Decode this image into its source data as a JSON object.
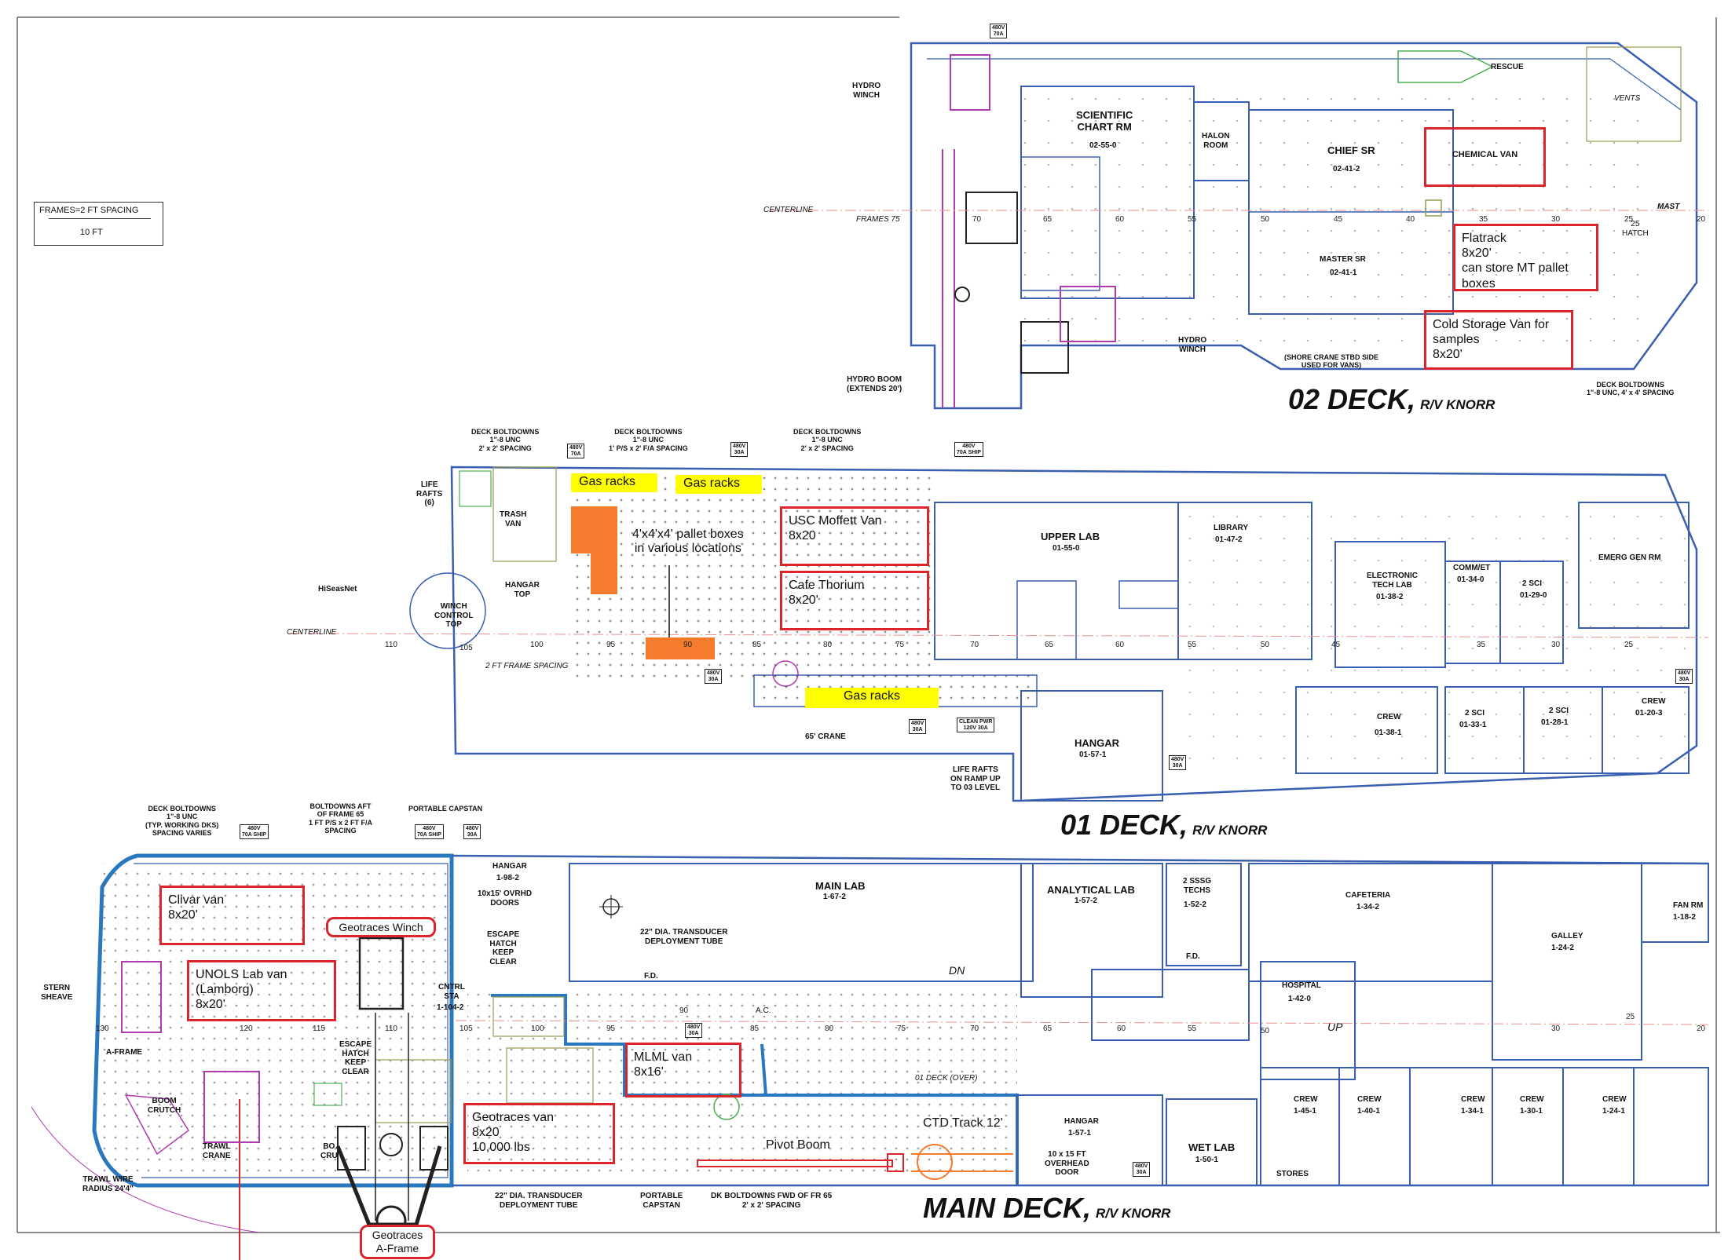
{
  "scale": {
    "line1": "FRAMES=2 FT SPACING",
    "line2": "10 FT"
  },
  "deck02": {
    "title": "02 DECK,",
    "subtitle": "R/V KNORR",
    "labels": {
      "hydro_winch_top": "HYDRO\nWINCH",
      "scientific_chart": "SCIENTIFIC\nCHART RM",
      "scientific_chart_no": "02-55-0",
      "halon": "HALON\nROOM",
      "chief_sr": "CHIEF SR",
      "chief_sr_no": "02-41-2",
      "master_sr": "MASTER SR",
      "master_sr_no": "02-41-1",
      "rescue": "RESCUE",
      "vents": "VENTS",
      "mast": "MAST",
      "hatch": "25\nHATCH",
      "centerline": "CENTERLINE",
      "frames": "FRAMES  75",
      "hydro_winch_bottom": "HYDRO\nWINCH",
      "hydro_boom": "HYDRO BOOM\n(EXTENDS 20')",
      "shore_crane": "(SHORE CRANE STBD SIDE\nUSED FOR VANS)",
      "deck_boltdowns": "DECK BOLTDOWNS\n1\"-8 UNC, 4' x 4' SPACING",
      "power_tag": "480V\n70A"
    },
    "frame_numbers": [
      "70",
      "65",
      "60",
      "55",
      "50",
      "45",
      "40",
      "35",
      "30",
      "25",
      "20"
    ],
    "boxes": {
      "chemical_van": "CHEMICAL VAN",
      "flatrack": "Flatrack\n8x20'\ncan store MT pallet\nboxes",
      "cold_storage": "Cold Storage Van for\nsamples\n8x20'"
    }
  },
  "deck01": {
    "title": "01 DECK,",
    "subtitle": "R/V KNORR",
    "labels": {
      "boltdowns_left": "DECK BOLTDOWNS\n1\"-8 UNC\n2' x 2' SPACING",
      "boltdowns_mid": "DECK BOLTDOWNS\n1\"-8 UNC\n1' P/S x 2' F/A SPACING",
      "boltdowns_right": "DECK BOLTDOWNS\n1\"-8 UNC\n2' x 2' SPACING",
      "life_rafts": "LIFE\nRAFTS\n(6)",
      "trash_van": "TRASH\nVAN",
      "hangar_top": "HANGAR\nTOP",
      "hiseasnet": "HiSeasNet",
      "winch_control": "WINCH\nCONTROL\nTOP",
      "centerline": "CENTERLINE",
      "frame_spacing": "2 FT FRAME SPACING",
      "crane": "65' CRANE",
      "clean_pwr": "CLEAN PWR\n120V 30A",
      "life_rafts_ramp": "LIFE RAFTS\nON RAMP UP\nTO 03 LEVEL",
      "upper_lab": "UPPER LAB",
      "upper_lab_no": "01-55-0",
      "library": "LIBRARY",
      "library_no": "01-47-2",
      "electronic": "ELECTRONIC\nTECH LAB",
      "electronic_no": "01-38-2",
      "comm_et": "COMM/ET",
      "comm_et_no": "01-34-0",
      "sci2_top": "2 SCI",
      "sci2_top_no": "01-29-0",
      "emerg_gen": "EMERG GEN RM",
      "hangar": "HANGAR",
      "hangar_no": "01-57-1",
      "crew1": "CREW",
      "crew1_no": "01-38-1",
      "sci2_a": "2 SCI",
      "sci2_a_no": "01-33-1",
      "sci2_b": "2 SCI",
      "sci2_b_no": "01-28-1",
      "crew2": "CREW",
      "crew2_no": "01-20-3"
    },
    "frame_numbers": [
      "110",
      "105",
      "100",
      "95",
      "90",
      "85",
      "80",
      "75",
      "70",
      "65",
      "60",
      "55",
      "50",
      "45",
      "35",
      "30",
      "25"
    ],
    "gas_racks": [
      "Gas racks",
      "Gas racks",
      "Gas racks"
    ],
    "pallet_note": "4'x4'x4' pallet boxes\nin various locations",
    "boxes": {
      "usc_moffett": "USC Moffett Van\n8x20",
      "cafe_thorium": "Cafe Thorium\n8x20'"
    },
    "power_tags": [
      "480V\n70A",
      "480V\n30A",
      "480V\n70A SHIP",
      "480V\n30A",
      "480V\n30A",
      "480V\n30A",
      "480V\n30A"
    ]
  },
  "main_deck": {
    "title": "MAIN DECK,",
    "subtitle": "R/V KNORR",
    "labels": {
      "boltdowns": "DECK BOLTDOWNS\n1\"-8 UNC\n(TYP. WORKING DKS)\nSPACING VARIES",
      "boltdowns_aft": "BOLTDOWNS AFT\nOF FRAME 65\n1 FT P/S x 2 FT F/A\nSPACING",
      "portable_capstan_top": "PORTABLE CAPSTAN",
      "hangar_top": "HANGAR",
      "hangar_top_no": "1-98-2",
      "overhead_doors": "10x15' OVRHD\nDOORS",
      "escape_hatch_1": "ESCAPE\nHATCH\nKEEP\nCLEAR",
      "escape_hatch_2": "ESCAPE\nHATCH\nKEEP\nCLEAR",
      "cntrl_sta": "CNTRL\nSTA",
      "cntrl_sta_no": "1-104-2",
      "stern_sheave": "STERN\nSHEAVE",
      "a_frame": "A-FRAME",
      "boom_crutch": "BOOM\nCRUTCH",
      "trawl_crane": "TRAWL\nCRANE",
      "boom_cru": "BO\nCRU",
      "trawl_wire": "TRAWL WIRE\nRADIUS 24'4\"",
      "transducer_top": "22\" DIA. TRANSDUCER\nDEPLOYMENT TUBE",
      "transducer_bottom": "22\" DIA. TRANSDUCER\nDEPLOYMENT TUBE",
      "portable_capstan_bottom": "PORTABLE\nCAPSTAN",
      "dk_boltdowns": "DK BOLTDOWNS FWD OF FR 65\n2' x 2' SPACING",
      "main_lab": "MAIN LAB",
      "main_lab_no": "1-67-2",
      "analytical_lab": "ANALYTICAL LAB",
      "analytical_lab_no": "1-57-2",
      "ssg_techs": "2 SSSG\nTECHS",
      "ssg_techs_no": "1-52-2",
      "cafeteria": "CAFETERIA",
      "cafeteria_no": "1-34-2",
      "galley": "GALLEY",
      "galley_no": "1-24-2",
      "fan_rm": "FAN RM",
      "fan_rm_no": "1-18-2",
      "hospital": "HOSPITAL",
      "hospital_no": "1-42-0",
      "fd1": "F.D.",
      "fd2": "F.D.",
      "dn": "DN",
      "up": "UP",
      "ac": "A.C.",
      "deck01_over": "01 DECK (OVER)",
      "hangar_bottom": "HANGAR",
      "hangar_bottom_no": "1-57-1",
      "overhead_door_bottom": "10 x 15 FT\nOVERHEAD\nDOOR",
      "wet_lab": "WET LAB",
      "wet_lab_no": "1-50-1",
      "stores": "STORES",
      "crew_a": "CREW",
      "crew_a_no": "1-45-1",
      "crew_b": "CREW",
      "crew_b_no": "1-40-1",
      "crew_c": "CREW",
      "crew_c_no": "1-34-1",
      "crew_d": "CREW",
      "crew_d_no": "1-30-1",
      "crew_e": "CREW",
      "crew_e_no": "1-24-1",
      "pivot_boom": "Pivot Boom",
      "ctd_track": "CTD Track 12'"
    },
    "frame_numbers": [
      "130",
      "120",
      "115",
      "110",
      "105",
      "100",
      "95",
      "90",
      "85",
      "80",
      "75",
      "70",
      "65",
      "60",
      "55",
      "50",
      "30",
      "25",
      "20"
    ],
    "boxes": {
      "clivar": "Clivar van\n8x20'",
      "unols": "UNOLS Lab van\n(Lamborg)\n8x20'",
      "mlml": "MLML van\n8x16'",
      "geotraces_van": "Geotraces van\n8x20\n10,000 lbs"
    },
    "pills": {
      "geotraces_winch": "Geotraces Winch",
      "geotraces_aframe": "Geotraces\nA-Frame"
    },
    "power_tags": [
      "480V\n70A SHIP",
      "480V\n70A SHIP",
      "480V\n30A",
      "480V\n30A",
      "480V\n30A"
    ]
  },
  "colors": {
    "hull": "#3a5fb0",
    "hull_thick": "#2a78c0",
    "machinery": "#b03ab0",
    "red_box": "#d9252b",
    "orange": "#f47c2c",
    "yellow": "#ffff00",
    "green": "#4caf50"
  }
}
